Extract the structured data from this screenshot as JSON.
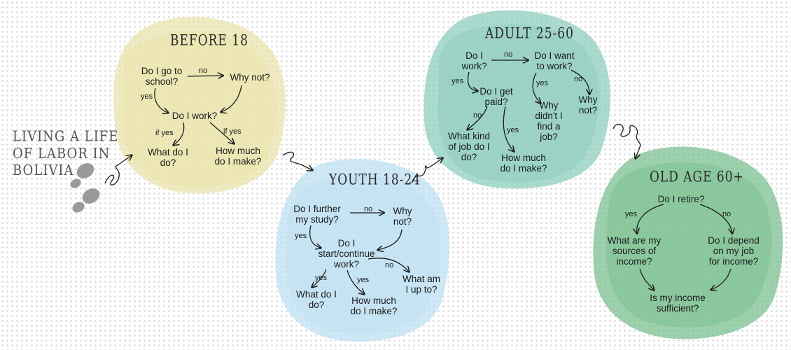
{
  "title": "LIVING A LIFE\nOF LABOR IN\nBOLIVIA",
  "colors": {
    "before18": "#ebe3ad",
    "youth": "#bfe0f3",
    "adult": "#8fcdbf",
    "oldage": "#7cc090",
    "footprint": "#9a9a9a"
  },
  "before18": {
    "heading": "BEFORE 18",
    "q_school": "Do I go to\nschool?",
    "why_not": "Why not?",
    "work": "Do I work?",
    "what_do": "What do I\ndo?",
    "how_much": "How much\ndo I make?",
    "no": "no",
    "yes": "yes",
    "if_yes_1": "if yes",
    "if_yes_2": "if yes"
  },
  "youth": {
    "heading": "YOUTH 18-24",
    "further": "Do I further\nmy study?",
    "why_not": "Why\nnot?",
    "start": "Do I\nstart/continue\nwork?",
    "what_do": "What do I\ndo?",
    "how_much": "How much\ndo I make?",
    "what_up": "What am\nI up to?",
    "no1": "no",
    "yes1": "yes",
    "no2": "no",
    "yes2": "yes",
    "yes3": "yes"
  },
  "adult": {
    "heading": "ADULT 25-60",
    "work": "Do I\nwork?",
    "want": "Do I want\nto work?",
    "paid": "Do I get\npaid?",
    "why_didnt": "Why\ndidn't I\nfind a\njob?",
    "why_not": "Why\nnot?",
    "kind": "What kind\nof job do I\ndo?",
    "how_much": "How much\ndo I make?",
    "no1": "no",
    "yes1": "yes",
    "yes2": "yes",
    "no2": "no",
    "no3": "no",
    "yes3": "yes"
  },
  "oldage": {
    "heading": "OLD AGE 60+",
    "retire": "Do I retire?",
    "sources": "What are my\nsources of\nincome?",
    "depend": "Do I depend\non my job\nfor income?",
    "sufficient": "Is my income\nsufficient?",
    "yes": "yes",
    "no": "no"
  }
}
